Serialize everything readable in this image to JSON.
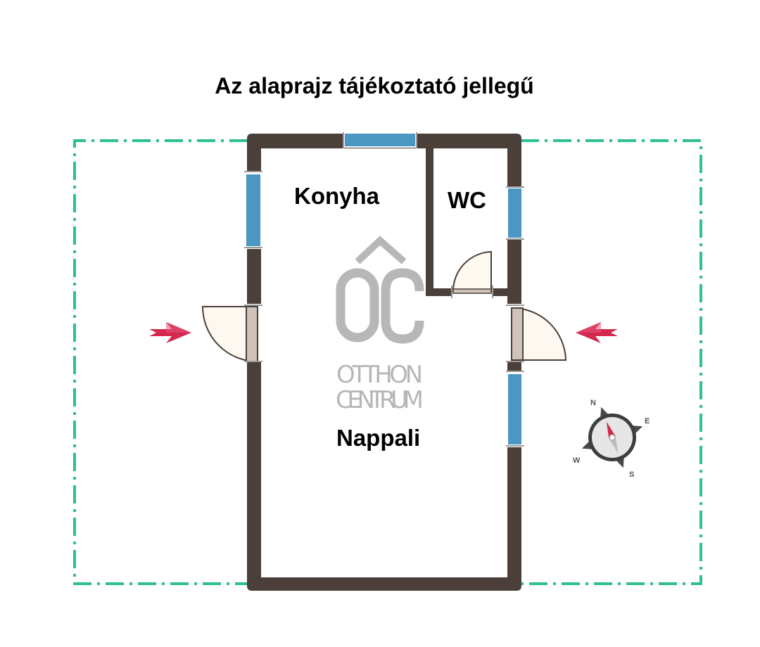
{
  "title": "Az alaprajz tájékoztató jellegű",
  "rooms": {
    "kitchen": "Konyha",
    "wc": "WC",
    "living": "Nappali"
  },
  "logo": {
    "monogram": "ÔC",
    "line1": "OTTHON",
    "line2": "CENTRUM"
  },
  "compass": {
    "n": "N",
    "e": "E",
    "s": "S",
    "w": "W"
  },
  "colors": {
    "wall": "#4b3f39",
    "window": "#4a97c2",
    "door_leaf": "#cfc4b7",
    "door_swing": "#fdf8f0",
    "plot_line": "#2ebf95",
    "entrance_arrow": "#d4284f",
    "logo": "#b7b7b7"
  }
}
